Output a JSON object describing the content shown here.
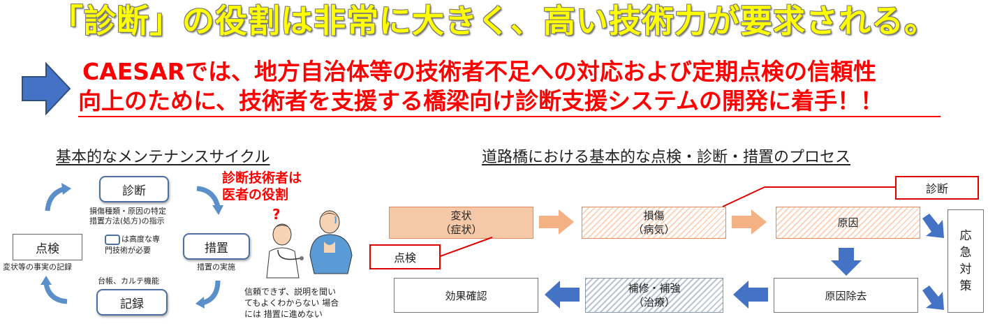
{
  "headline": "「診断」の役割は非常に大きく、高い技術力が要求される。",
  "statement": {
    "line1": "CAESARでは、地方自治体等の技術者不足への対応および定期点検の信頼性",
    "line2": "向上のために、技術者を支援する橋梁向け診断支援システムの開発に着手！！"
  },
  "cycle": {
    "title": "基本的なメンテナンスサイクル",
    "diagnosis": {
      "label": "診断",
      "note_line1": "損傷種類・原因の特定",
      "note_line2": "措置方法(処方)の指示"
    },
    "measure": {
      "label": "措置",
      "note": "措置の実施"
    },
    "record": {
      "label": "記録",
      "note": "台帳、カルテ機能"
    },
    "inspection": {
      "label": "点検",
      "note": "変状等の事実の記録"
    },
    "legend_line1": "は高度な専",
    "legend_line2": "門技術が必要",
    "doctor_line1": "診断技術者は",
    "doctor_line2": "医者の役割",
    "question_mark": "?",
    "caption_line1": "信頼できず、説明を聞い",
    "caption_line2": "てもよくわからない 場合",
    "caption_line3": "には 措置に進めない"
  },
  "process": {
    "title": "道路橋における基本的な点検・診断・措置のプロセス",
    "deformation": {
      "line1": "変状",
      "line2": "（症状）"
    },
    "damage": {
      "line1": "損傷",
      "line2": "（病気）"
    },
    "cause": "原因",
    "emergency": [
      "応",
      "急",
      "対",
      "策"
    ],
    "cause_removal": "原因除去",
    "repair": {
      "line1": "補修・補強",
      "line2": "（治療）"
    },
    "effect_check": "効果確認",
    "inspection_label": "点検",
    "diagnosis_label": "診断"
  },
  "colors": {
    "headline": "#ffff00",
    "accent_red": "#ff0000",
    "arrow_blue": "#4472c4",
    "arrow_orange": "#f4b183"
  }
}
